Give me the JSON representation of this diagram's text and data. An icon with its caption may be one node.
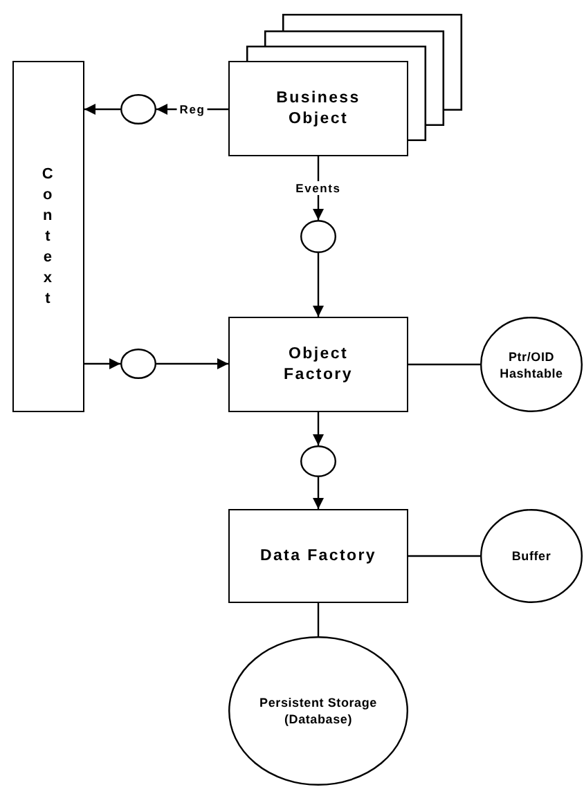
{
  "diagram": {
    "nodes": [
      {
        "text": [],
        "shape": "box"
      },
      {
        "text": [],
        "shape": "box"
      },
      {
        "text": [],
        "shape": "box"
      },
      {
        "text": [
          "Business Object"
        ]
      },
      {
        "text": [
          "Context"
        ]
      },
      {
        "text": [],
        "shape": "circle"
      },
      {
        "text": [],
        "shape": "circle"
      },
      {
        "text": [
          "Object Factory"
        ]
      },
      {
        "text": [],
        "shape": "circle"
      },
      {
        "text": [
          "Ptr/OID Hashtable"
        ]
      },
      {
        "text": [],
        "shape": "circle"
      },
      {
        "text": [
          "Data Factory"
        ]
      },
      {
        "text": [
          "Buffer"
        ]
      },
      {
        "text": [
          "Persistent Storage (Database)"
        ]
      }
    ],
    "edges": [
      {
        "from": 3,
        "to": 5,
        "arrow": "to",
        "label": "Reg"
      },
      {
        "from": 5,
        "to": 4,
        "arrow": "to"
      },
      {
        "from": 3,
        "to": 6,
        "arrow": "to",
        "label": "Events"
      },
      {
        "from": 6,
        "to": 7,
        "arrow": "to"
      },
      {
        "from": 4,
        "to": 8,
        "arrow": "to"
      },
      {
        "from": 8,
        "to": 7,
        "arrow": "to"
      },
      {
        "from": 7,
        "to": 9,
        "arrow": "none"
      },
      {
        "from": 7,
        "to": 10,
        "arrow": "to"
      },
      {
        "from": 10,
        "to": 11,
        "arrow": "to"
      },
      {
        "from": 11,
        "to": 12,
        "arrow": "none"
      },
      {
        "from": 11,
        "to": 13,
        "arrow": "none"
      }
    ]
  }
}
